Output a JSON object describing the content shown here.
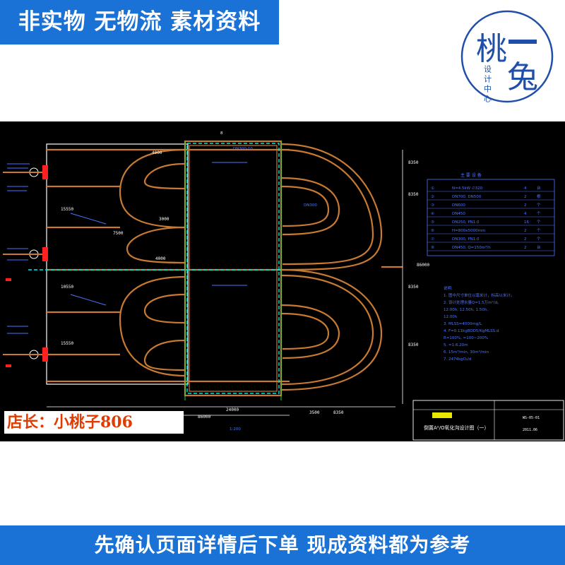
{
  "banner": {
    "top_text": "非实物 无物流 素材资料",
    "bottom_text": "先确认页面详情后下单 现成资料都为参考"
  },
  "shop_owner": "店长：小桃子806",
  "logo": {
    "main_left": "桃",
    "main_right": "兔",
    "sub": "设计中心",
    "color": "#1f4fa8"
  },
  "drawing": {
    "colors": {
      "background": "#000000",
      "pipe": "#c87a32",
      "frame": "#ffffff",
      "dashed": "#00e5e5",
      "annot": "#4d74ff",
      "red": "#ff2020",
      "green": "#32d232",
      "yellow": "#e8e800"
    },
    "dims": {
      "d4000a": "4000",
      "d4000b": "4000",
      "d3000": "3000",
      "d7500": "7500",
      "d24000": "24000",
      "d86000": "86000",
      "d3500": "3500",
      "d8350b": "8350",
      "d8350": "8350",
      "d8350c": "8350",
      "d86000v": "86000",
      "left_top": "15550",
      "left_mid": "10550",
      "left_bot": "15550",
      "v8350a": "8350",
      "v8350b": "8350"
    },
    "labels": {
      "top1": "DN300-10",
      "ring1": "DN300",
      "scale": "1:200",
      "n8": "8"
    },
    "table": {
      "title": "主 要 设 备",
      "rows": [
        {
          "no": "①",
          "spec": "N=4.5kW ∅320",
          "qty": "4",
          "unit": "台"
        },
        {
          "no": "②",
          "spec": "DN700, DN500",
          "qty": "2",
          "unit": "根"
        },
        {
          "no": "③",
          "spec": "DN600",
          "qty": "2",
          "unit": "个"
        },
        {
          "no": "④",
          "spec": "DN450",
          "qty": "4",
          "unit": "个"
        },
        {
          "no": "⑤",
          "spec": "DN250, PN1.0",
          "qty": "16",
          "unit": "个"
        },
        {
          "no": "⑥",
          "spec": "H=800x5000mm",
          "qty": "2",
          "unit": "个"
        },
        {
          "no": "⑦",
          "spec": "DN300, PN1.0",
          "qty": "2",
          "unit": "个"
        },
        {
          "no": "⑧",
          "spec": "DN450, Q=150m³/h",
          "qty": "2",
          "unit": "台"
        }
      ]
    },
    "notes": [
      "说明:",
      "1. 图中尺寸单位以毫米计，标高以米计。",
      "2. 设计处理水量Q=1.5万m³/d。",
      "   12.00h, 12.50h, 1.50h,",
      "   12.00h",
      "3. MLSS=4000mg/L",
      "4. F=0.11kgBOD5/KgMLSS.d",
      "   R=100%, =100~200%",
      "5. =1:6.20m",
      "6. 15m³/min, 30m³/min",
      "7. 2474kgO₂/d"
    ],
    "title_block": {
      "drawing_title": "倒置A²/O氧化沟设计图（一）",
      "drawing_no": "WS-05-01",
      "date": "2011.06"
    }
  }
}
